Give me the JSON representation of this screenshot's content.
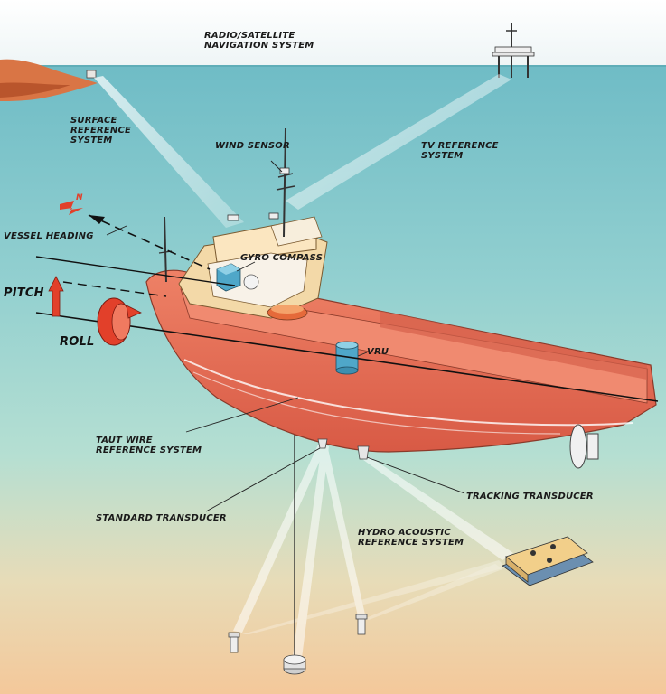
{
  "labels": {
    "radio_satellite": "RADIO/SATELLITE\nNAVIGATION SYSTEM",
    "surface_reference": "SURFACE\nREFERENCE\nSYSTEM",
    "wind_sensor": "WIND SENSOR",
    "tv_reference": "TV REFERENCE\nSYSTEM",
    "vessel_heading": "VESSEL HEADING",
    "gyro_compass": "GYRO COMPASS",
    "pitch": "PITCH",
    "roll": "ROLL",
    "vru": "VRU",
    "taut_wire": "TAUT WIRE\nREFERENCE SYSTEM",
    "tracking_transducer": "TRACKING TRANSDUCER",
    "standard_transducer": "STANDARD TRANSDUCER",
    "hydro_acoustic": "HYDRO ACOUSTIC\nREFERENCE SYSTEM",
    "north_marker": "N"
  },
  "colors": {
    "sky": "#f4f8f9",
    "sea_surface": "#7ec6cc",
    "sea_mid": "#a8dad6",
    "sea_floor": "#f2d3a8",
    "hull": "#e8705a",
    "hull_dark": "#c4503e",
    "cabin": "#f3d9a8",
    "arrow_red": "#e2402a",
    "beam": "#ffffff"
  }
}
